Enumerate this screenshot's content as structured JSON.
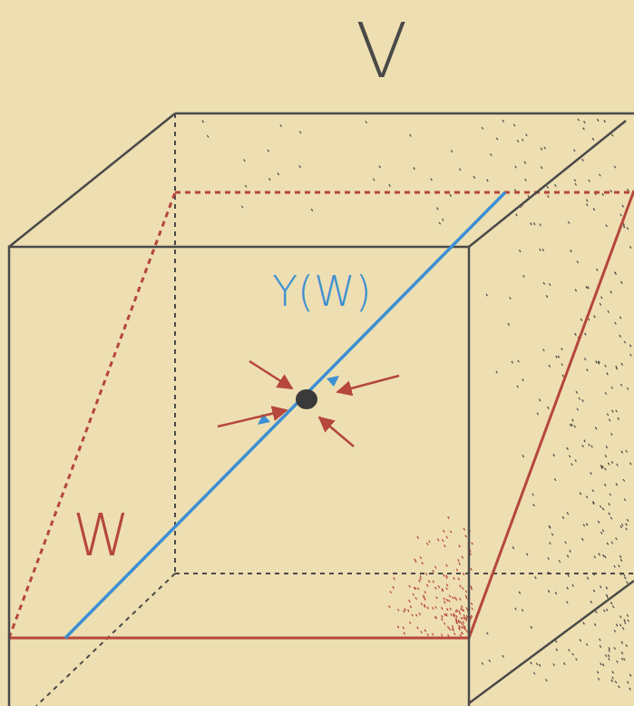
{
  "diagram": {
    "labels": [
      "V",
      "Y(W)",
      "W"
    ]
  }
}
